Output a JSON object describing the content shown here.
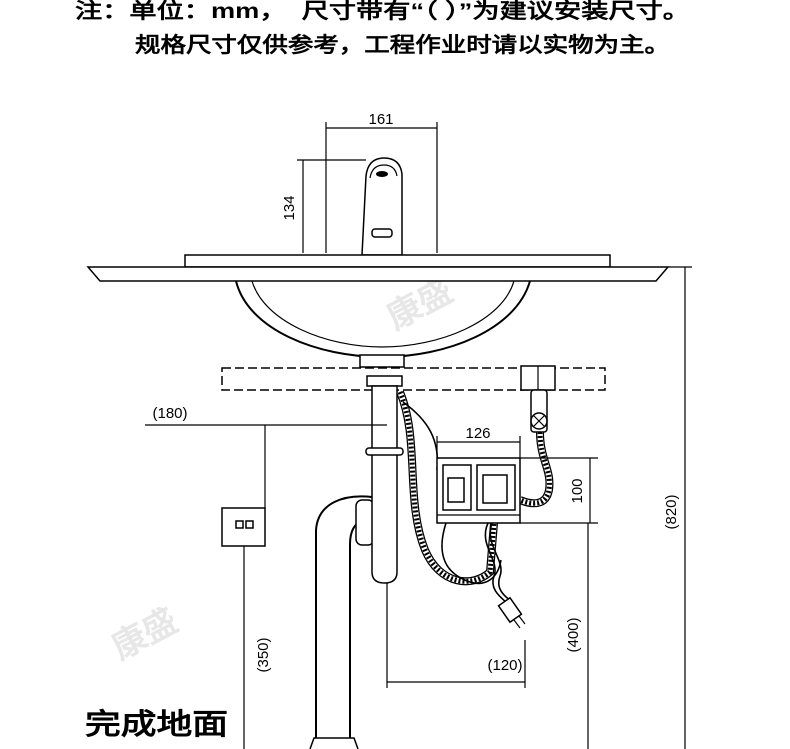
{
  "notes": {
    "line1": "注：单位：mm，  尺寸带有“（ ）”为建议安装尺寸。",
    "line2": "规格尺寸仅供参考，工程作业时请以实物为主。"
  },
  "dimensions": {
    "faucet_width": "161",
    "faucet_height": "134",
    "outlet_offset": "(180)",
    "box_width": "126",
    "box_height": "100",
    "total_height": "(820)",
    "outlet_height": "(350)",
    "box_floor_height": "(400)",
    "box_offset": "(120)"
  },
  "floor_label": "完成地面",
  "watermark": "康盛",
  "colors": {
    "ink": "#000000",
    "background": "#ffffff",
    "watermark": "#bdbdbd"
  }
}
